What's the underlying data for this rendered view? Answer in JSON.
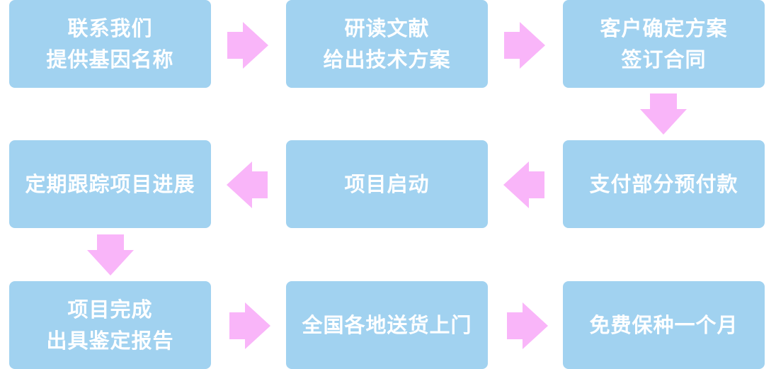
{
  "steps": [
    {
      "id": "contact",
      "lines": [
        "联系我们",
        "提供基因名称"
      ]
    },
    {
      "id": "research",
      "lines": [
        "研读文献",
        "给出技术方案"
      ]
    },
    {
      "id": "confirm",
      "lines": [
        "客户确定方案",
        "签订合同"
      ]
    },
    {
      "id": "prepay",
      "lines": [
        "支付部分预付款"
      ]
    },
    {
      "id": "start",
      "lines": [
        "项目启动"
      ]
    },
    {
      "id": "track",
      "lines": [
        "定期跟踪项目进展"
      ]
    },
    {
      "id": "complete",
      "lines": [
        "项目完成",
        "出具鉴定报告"
      ]
    },
    {
      "id": "delivery",
      "lines": [
        "全国各地送货上门"
      ]
    },
    {
      "id": "warranty",
      "lines": [
        "免费保种一个月"
      ]
    }
  ],
  "colors": {
    "box": "#a1d2f0",
    "text": "#ffffff",
    "arrow": "#f9b5f9"
  }
}
